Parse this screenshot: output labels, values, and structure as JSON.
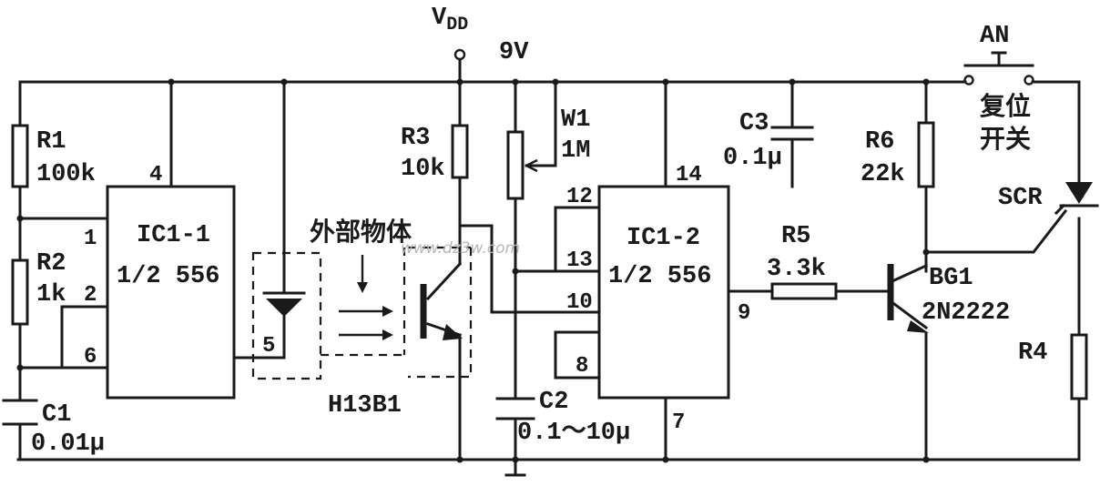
{
  "supply": {
    "vdd": "V",
    "vdd_sub": "DD",
    "voltage": "9V"
  },
  "ic1": {
    "name": "IC1-1",
    "type": "1/2 556",
    "pins": [
      "4",
      "1",
      "2",
      "6",
      "5"
    ]
  },
  "ic2": {
    "name": "IC1-2",
    "type": "1/2 556",
    "pins": [
      "14",
      "12",
      "13",
      "10",
      "8",
      "9",
      "7"
    ]
  },
  "r1": {
    "name": "R1",
    "value": "100k"
  },
  "r2": {
    "name": "R2",
    "value": "1k"
  },
  "r3": {
    "name": "R3",
    "value": "10k"
  },
  "r4": {
    "name": "R4"
  },
  "r5": {
    "name": "R5",
    "value": "3.3k"
  },
  "r6": {
    "name": "R6",
    "value": "22k"
  },
  "c1": {
    "name": "C1",
    "value": "0.01μ"
  },
  "c2": {
    "name": "C2",
    "value": "0.1～10μ"
  },
  "c3": {
    "name": "C3",
    "value": "0.1μ"
  },
  "w1": {
    "name": "W1",
    "value": "1M"
  },
  "opto": {
    "label": "外部物体",
    "part": "H13B1"
  },
  "transistor": {
    "name": "BG1",
    "part": "2N2222"
  },
  "scr": {
    "name": "SCR"
  },
  "switch": {
    "name": "AN",
    "label_line1": "复位",
    "label_line2": "开关"
  },
  "watermark": "www.dz3w.com"
}
